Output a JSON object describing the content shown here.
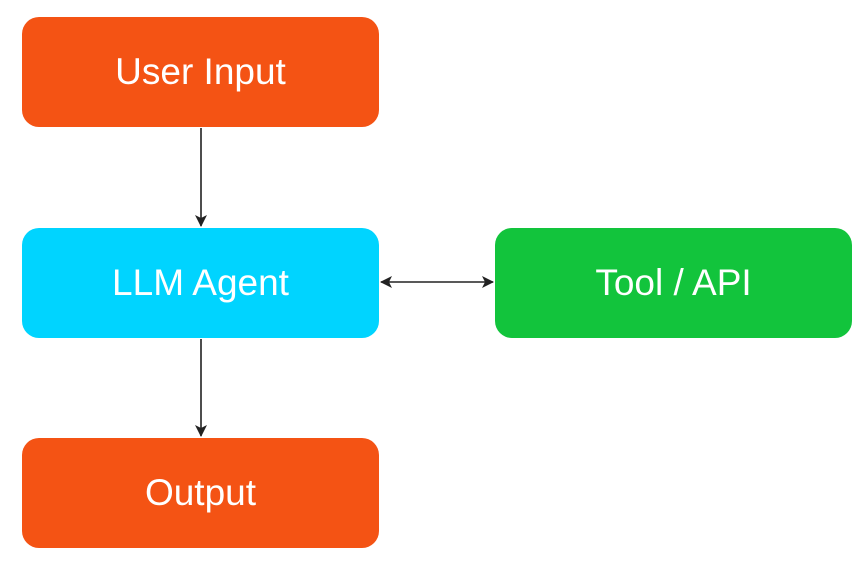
{
  "diagram": {
    "nodes": [
      {
        "id": "user_input",
        "label": "User Input",
        "color": "#f45314"
      },
      {
        "id": "llm_agent",
        "label": "LLM Agent",
        "color": "#00d4ff"
      },
      {
        "id": "tool_api",
        "label": "Tool / API",
        "color": "#12c43c"
      },
      {
        "id": "output",
        "label": "Output",
        "color": "#f45314"
      }
    ],
    "edges": [
      {
        "from": "user_input",
        "to": "llm_agent",
        "direction": "forward"
      },
      {
        "from": "llm_agent",
        "to": "tool_api",
        "direction": "bidirectional"
      },
      {
        "from": "llm_agent",
        "to": "output",
        "direction": "forward"
      }
    ],
    "edge_color": "#222222"
  }
}
